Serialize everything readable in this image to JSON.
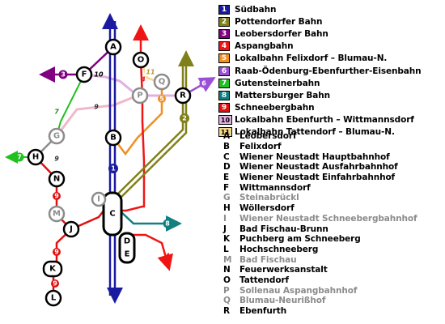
{
  "lines": [
    {
      "id": "1",
      "name": "Südbahn",
      "color": "#1a1aa0"
    },
    {
      "id": "2",
      "name": "Pottendorfer Bahn",
      "color": "#80801a"
    },
    {
      "id": "3",
      "name": "Leobersdorfer Bahn",
      "color": "#800080"
    },
    {
      "id": "4",
      "name": "Aspangbahn",
      "color": "#f01515"
    },
    {
      "id": "5",
      "name": "Lokalbahn Felixdorf – Blumau-N.",
      "color": "#f09020"
    },
    {
      "id": "6",
      "name": "Raab-Ödenburg-Ebenfurther-Eisenbahn",
      "color": "#9b4fd6"
    },
    {
      "id": "7",
      "name": "Gutensteinerbahn",
      "color": "#1fc01f"
    },
    {
      "id": "8",
      "name": "Mattersburger Bahn",
      "color": "#108080"
    },
    {
      "id": "9",
      "name": "Schneebergbahn",
      "color": "#e01010"
    },
    {
      "id": "10",
      "name": "Lokalbahn Ebenfurth – Wittmannsdorf",
      "color": "#e0b0e0"
    },
    {
      "id": "11",
      "name": "Lokalbahn Tattendorf – Blumau-N.",
      "color": "#f5d98a"
    }
  ],
  "stations": [
    {
      "key": "A",
      "name": "Leobersdorf",
      "closed": false
    },
    {
      "key": "B",
      "name": "Felixdorf",
      "closed": false
    },
    {
      "key": "C",
      "name": "Wiener Neustadt Hauptbahnhof",
      "closed": false
    },
    {
      "key": "D",
      "name": "Wiener Neustadt Ausfahrbahnhof",
      "closed": false
    },
    {
      "key": "E",
      "name": "Wiener Neustadt Einfahrbahnhof",
      "closed": false
    },
    {
      "key": "F",
      "name": "Wittmannsdorf",
      "closed": false
    },
    {
      "key": "G",
      "name": "Steinabrückl",
      "closed": true
    },
    {
      "key": "H",
      "name": "Wöllersdorf",
      "closed": false
    },
    {
      "key": "I",
      "name": "Wiener Neustadt Schneebergbahnhof",
      "closed": true
    },
    {
      "key": "J",
      "name": "Bad Fischau-Brunn",
      "closed": false
    },
    {
      "key": "K",
      "name": "Puchberg am Schneeberg",
      "closed": false
    },
    {
      "key": "L",
      "name": "Hochschneeberg",
      "closed": false
    },
    {
      "key": "M",
      "name": "Bad Fischau",
      "closed": true
    },
    {
      "key": "N",
      "name": "Feuerwerksanstalt",
      "closed": false
    },
    {
      "key": "O",
      "name": "Tattendorf",
      "closed": false
    },
    {
      "key": "P",
      "name": "Sollenau Aspangbahnhof",
      "closed": true
    },
    {
      "key": "Q",
      "name": "Blumau-Neurißhof",
      "closed": true
    },
    {
      "key": "R",
      "name": "Ebenfurth",
      "closed": false
    }
  ],
  "map_labels": {
    "node_A": "A",
    "node_B": "B",
    "node_C": "C",
    "node_D": "D",
    "node_E": "E",
    "node_F": "F",
    "node_G": "G",
    "node_H": "H",
    "node_I": "I",
    "node_J": "J",
    "node_K": "K",
    "node_L": "L",
    "node_M": "M",
    "node_N": "N",
    "node_O": "O",
    "node_P": "P",
    "node_Q": "Q",
    "node_R": "R",
    "badge_1": "1",
    "badge_2": "2",
    "badge_3": "3",
    "badge_6": "6",
    "badge_7": "7",
    "badge_8": "8",
    "num_4a": "4",
    "num_4b": "4",
    "num_5": "5",
    "num_7": "7",
    "num_9a": "9",
    "num_9b": "9",
    "num_9c": "9",
    "num_9d": "9",
    "num_9e": "9",
    "num_9f": "9",
    "num_10": "10",
    "num_11": "11"
  }
}
